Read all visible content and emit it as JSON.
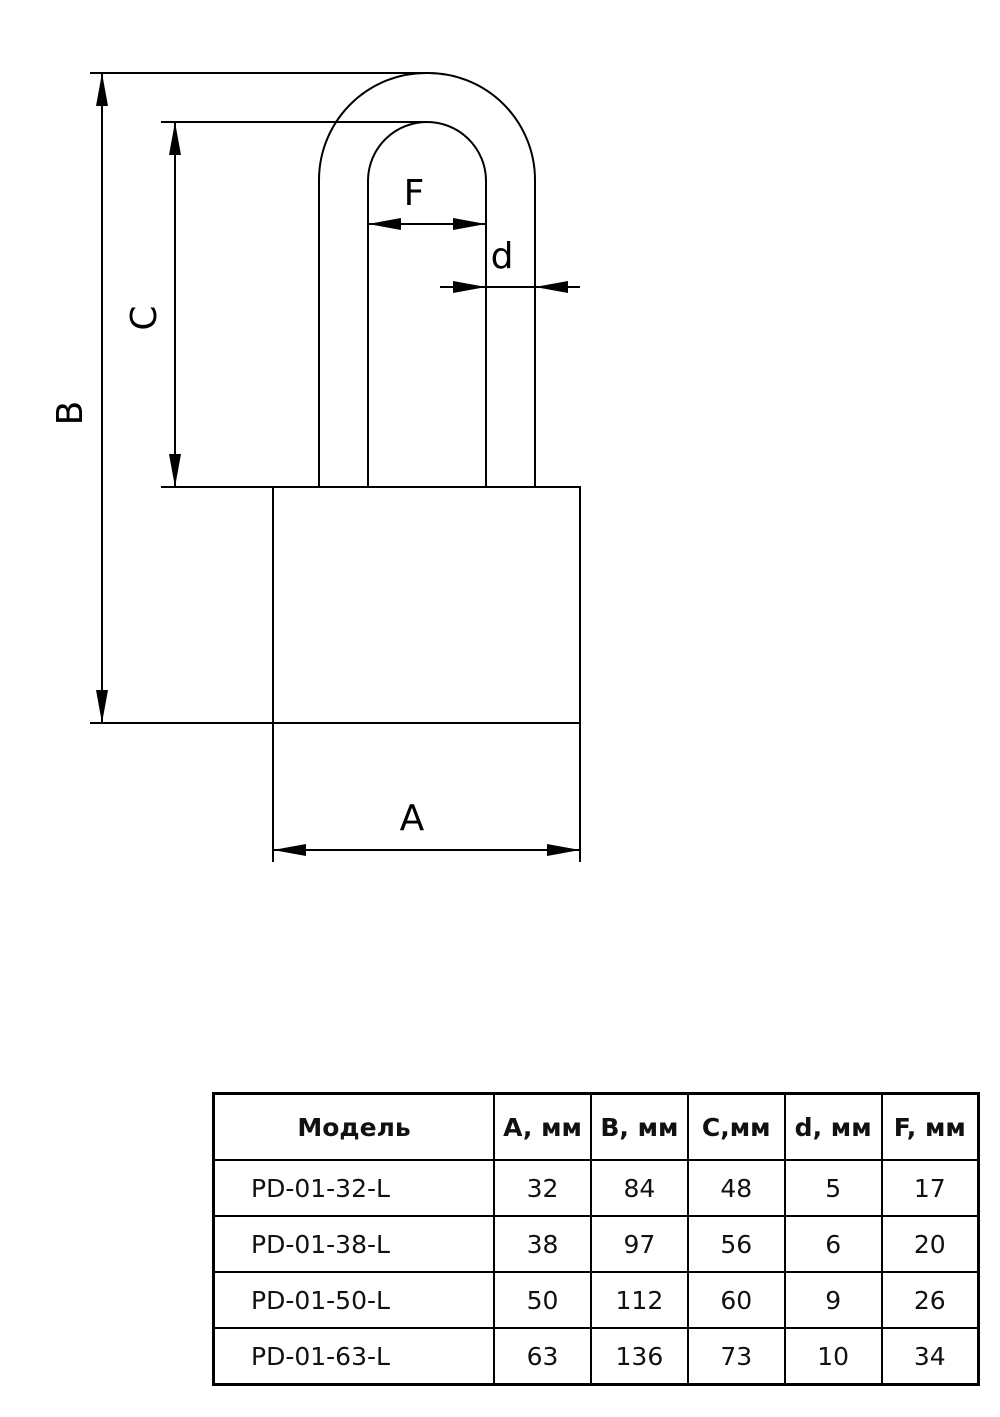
{
  "diagram": {
    "labels": {
      "A": "A",
      "B": "B",
      "C": "C",
      "d": "d",
      "F": "F"
    }
  },
  "table": {
    "headers": [
      "Модель",
      "A, мм",
      "B, мм",
      "C,мм",
      "d, мм",
      "F, мм"
    ],
    "rows": [
      [
        "PD-01-32-L",
        "32",
        "84",
        "48",
        "5",
        "17"
      ],
      [
        "PD-01-38-L",
        "38",
        "97",
        "56",
        "6",
        "20"
      ],
      [
        "PD-01-50-L",
        "50",
        "112",
        "60",
        "9",
        "26"
      ],
      [
        "PD-01-63-L",
        "63",
        "136",
        "73",
        "10",
        "34"
      ]
    ]
  }
}
